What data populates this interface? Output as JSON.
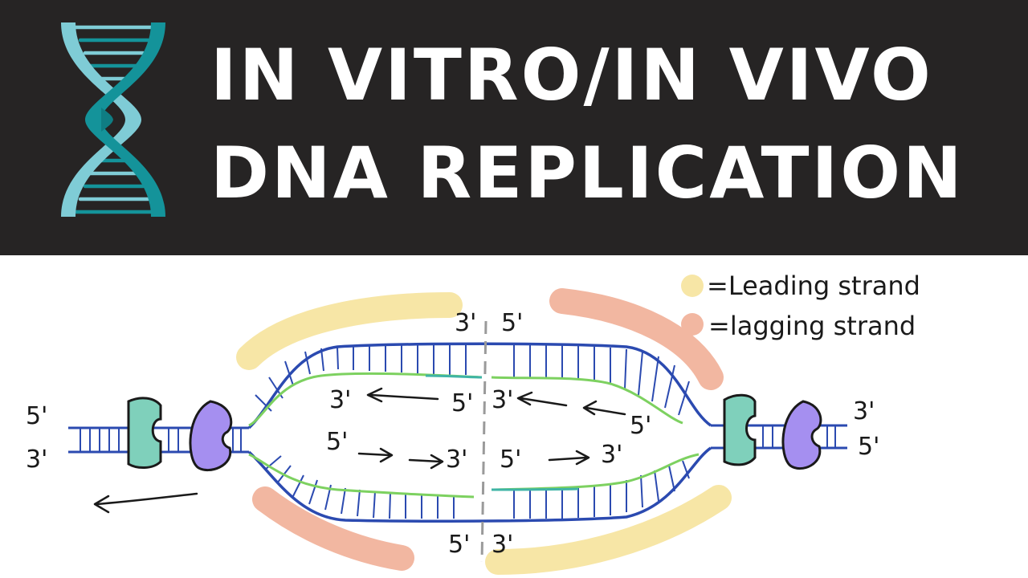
{
  "title": {
    "line1": "IN VITRO/IN VIVO",
    "line2": "DNA REPLICATION"
  },
  "logo_icon": "dna-helix-icon",
  "colors": {
    "banner_bg": "#262424",
    "title_text": "#ffffff",
    "logo_teal_light": "#7fccd6",
    "logo_teal_dark": "#14939a",
    "parent_strand": "#2b4ab0",
    "new_strand": "#7dd160",
    "new_strand_teal": "#3fb4a6",
    "leading_highlight": "#f7e6a6",
    "lagging_highlight": "#f2b7a1",
    "helicase": "#a58ff0",
    "primase": "#7fd0bb"
  },
  "legend": {
    "leading": "=Leading strand",
    "lagging": "=lagging strand"
  },
  "labels": {
    "left_top": "5'",
    "left_bottom": "3'",
    "right_top": "3'",
    "right_bottom": "5'",
    "top_center_left": "3'",
    "top_center_right": "5'",
    "bottom_center_left": "5'",
    "bottom_center_right": "3'",
    "inner_upper_left_3": "3'",
    "inner_upper_mid_5": "5'",
    "inner_upper_mid_3": "3'",
    "inner_upper_right_5": "5'",
    "inner_lower_left_5": "5'",
    "inner_lower_mid_3": "3'",
    "inner_lower_mid_5": "5'",
    "inner_lower_right_3": "3'"
  }
}
